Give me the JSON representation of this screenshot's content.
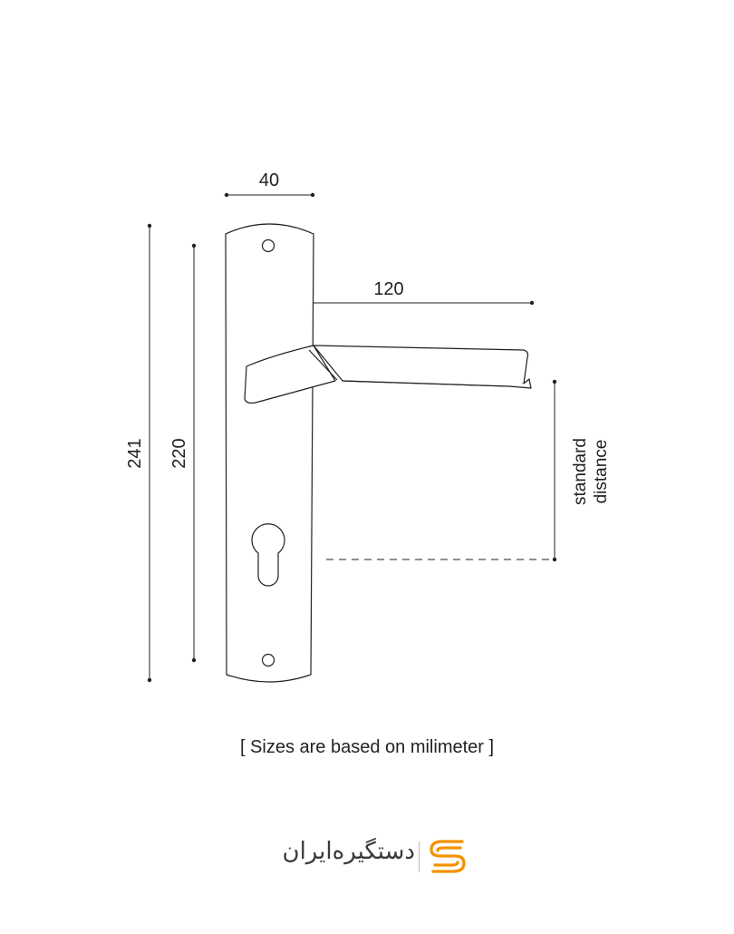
{
  "dimensions": {
    "width": "40",
    "length_total": "241",
    "length_holes": "220",
    "handle_center": "120",
    "standard_distance_line1": "standard",
    "standard_distance_line2": "distance"
  },
  "note": "[ Sizes are based on milimeter ]",
  "logo": {
    "text": "دستگیره‌ایران",
    "icon": "orange-s-logo-icon",
    "accent_color": "#f39200"
  },
  "colors": {
    "line": "#231f20",
    "accent": "#f39200"
  }
}
